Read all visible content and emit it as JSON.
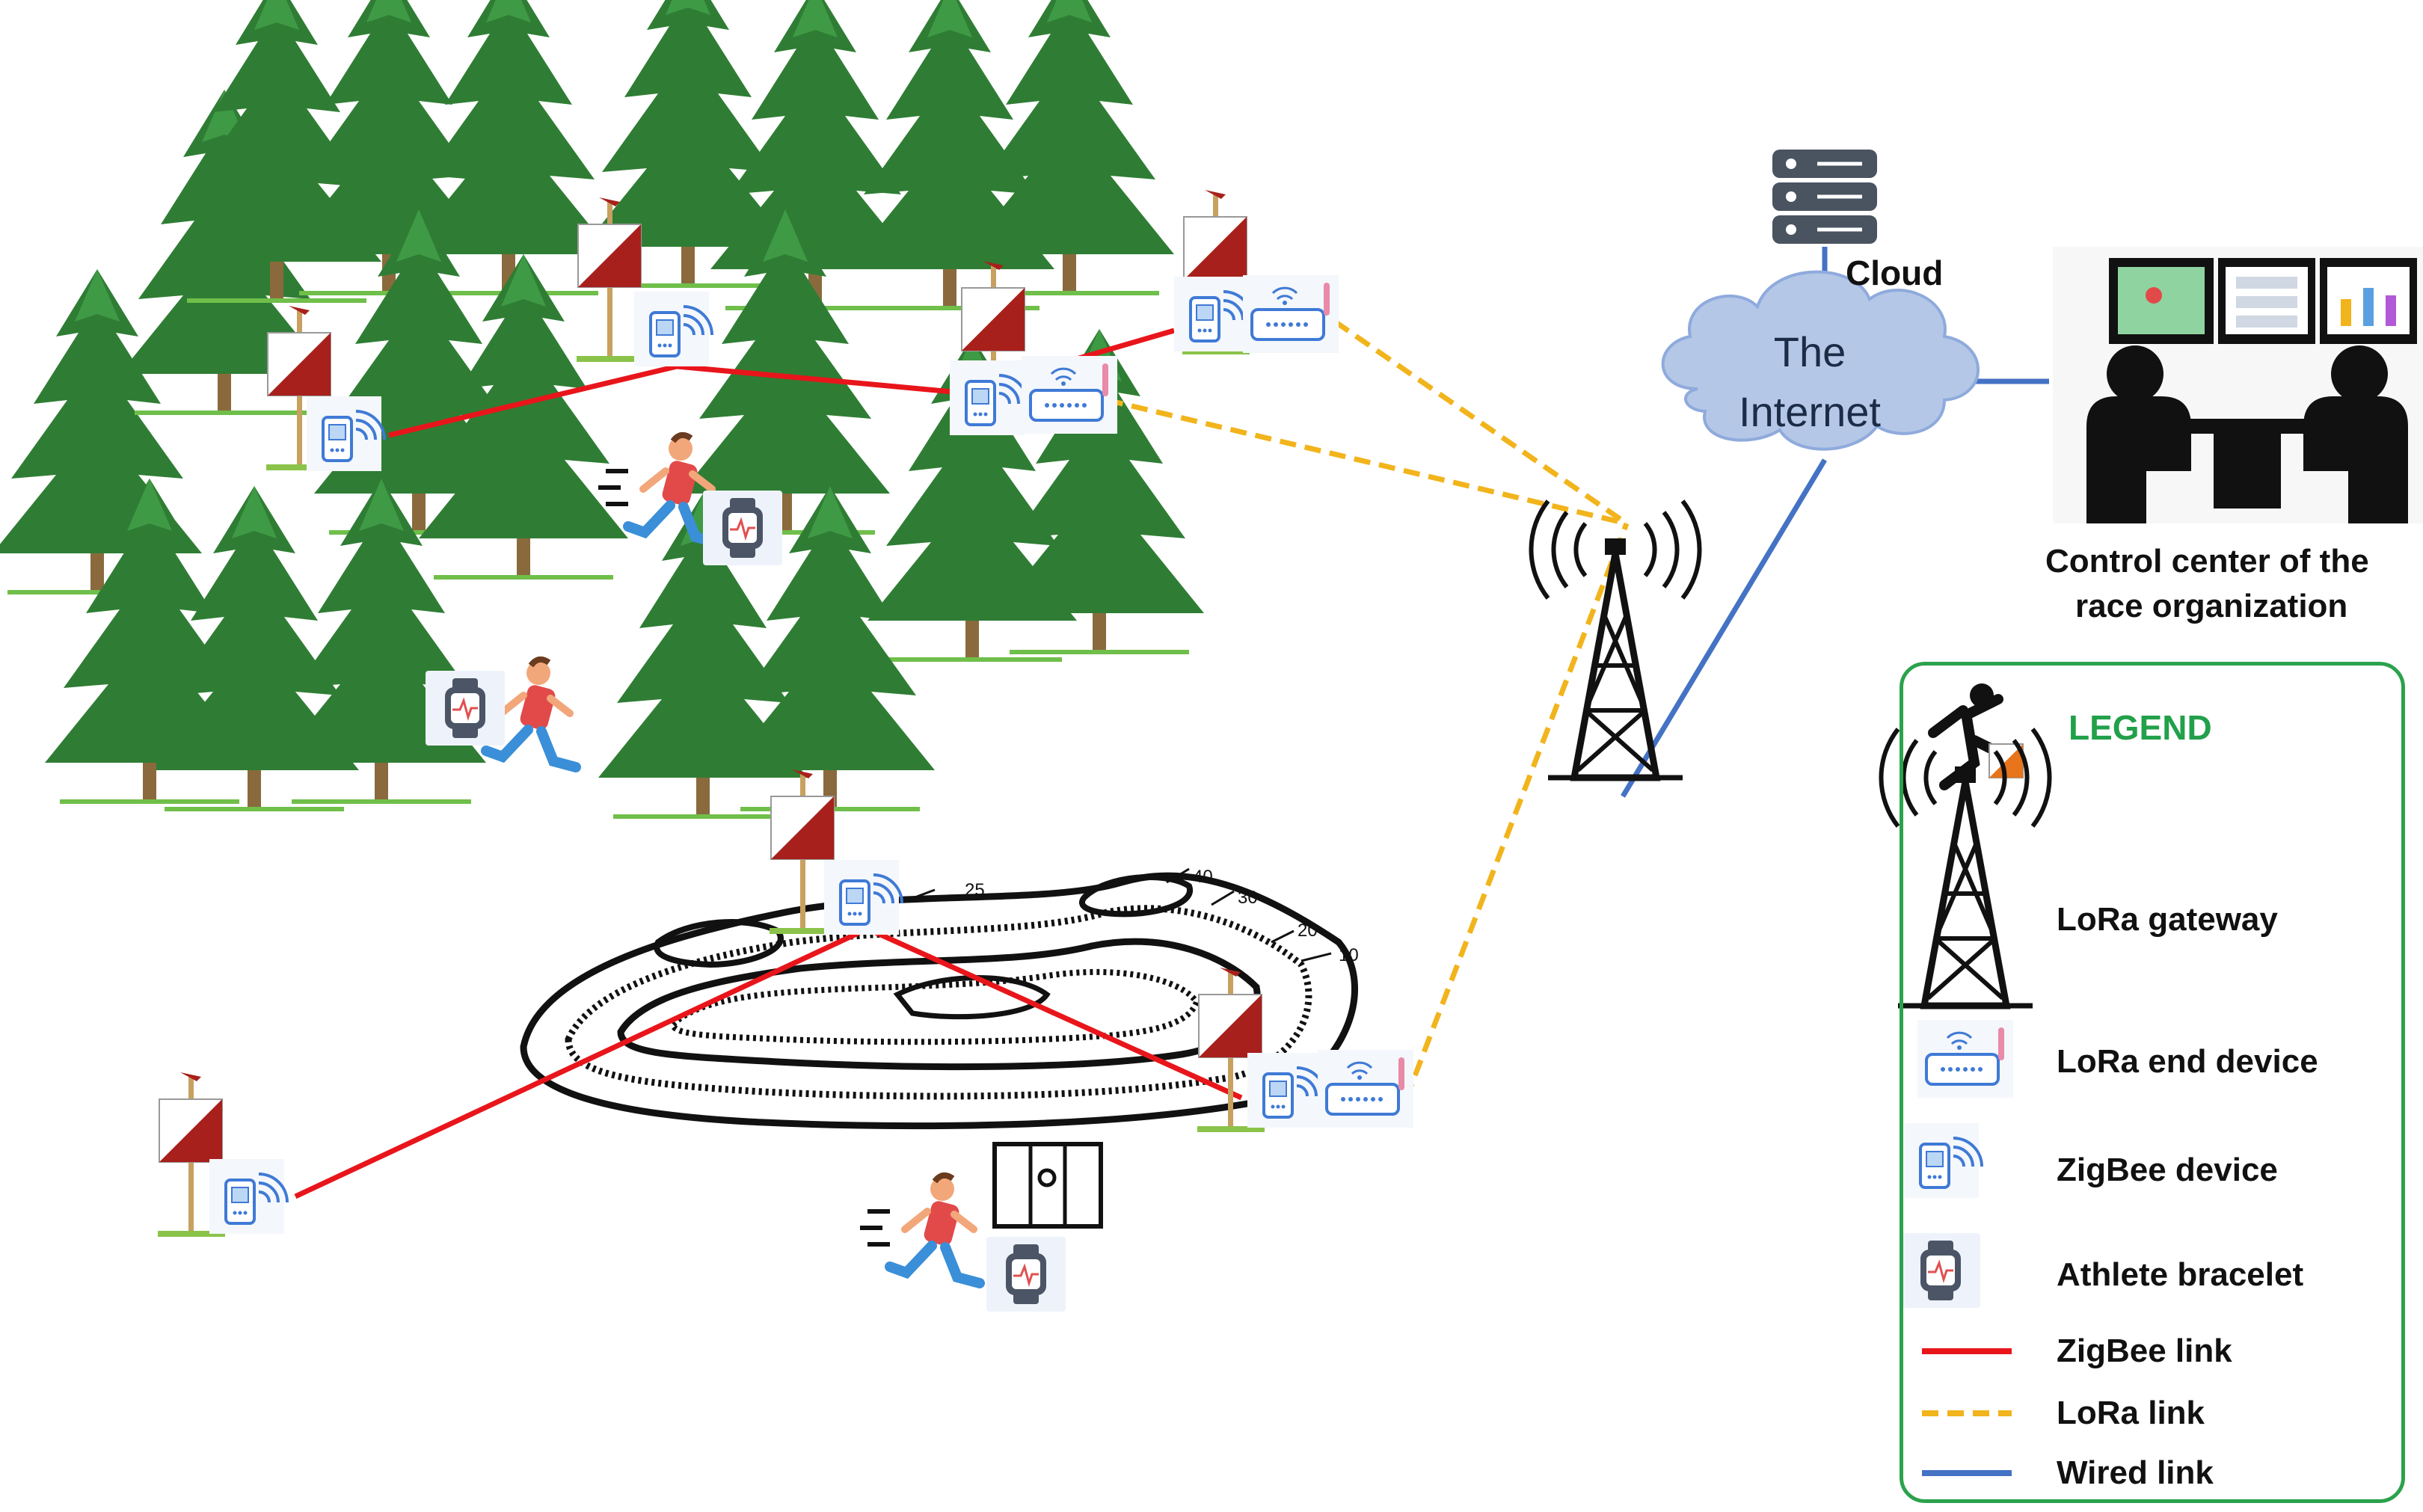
{
  "labels": {
    "cloud": "Cloud",
    "internet_line1": "The",
    "internet_line2": "Internet",
    "control_line1": "Control center of the",
    "control_line2": "race organization"
  },
  "legend": {
    "title": "LEGEND",
    "items": [
      {
        "label": "LoRa gateway"
      },
      {
        "label": "LoRa end device"
      },
      {
        "label": "ZigBee device"
      },
      {
        "label": "Athlete bracelet"
      },
      {
        "label": "ZigBee link",
        "color": "#e8151b",
        "style": "solid"
      },
      {
        "label": "LoRa link",
        "color": "#f2b41c",
        "style": "dashed"
      },
      {
        "label": "Wired link",
        "color": "#4472c4",
        "style": "solid"
      }
    ]
  },
  "contour_labels": [
    "40",
    "30",
    "25",
    "20",
    "10"
  ],
  "colors": {
    "zigbee_link": "#e8151b",
    "lora_link": "#f2b41c",
    "wired_link": "#4472c4",
    "tree": "#2e7d32",
    "legend_border": "#2ba24c",
    "cloud_fill": "#b4c7e7"
  },
  "icons": [
    "pine-tree-icon",
    "orienteering-flag-icon",
    "zigbee-device-icon",
    "lora-end-device-icon",
    "lora-gateway-icon",
    "server-icon",
    "cloud-icon",
    "control-center-icon",
    "runner-icon",
    "athlete-bracelet-icon",
    "terrain-map-icon",
    "orienteering-logo-icon"
  ]
}
